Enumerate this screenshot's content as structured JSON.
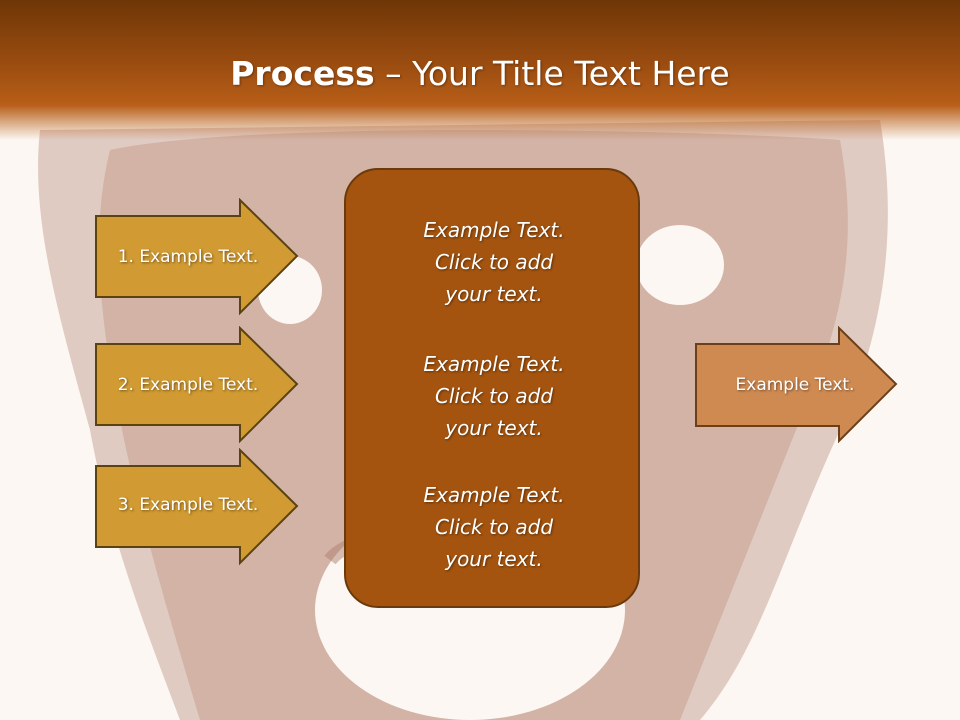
{
  "slide": {
    "title_bold": "Process",
    "title_rest": " – Your Title Text Here",
    "left_arrows": [
      {
        "label": "1. Example Text."
      },
      {
        "label": "2. Example Text."
      },
      {
        "label": "3. Example Text."
      }
    ],
    "center_blocks": [
      {
        "line1": "Example Text.",
        "line2": "Click  to add",
        "line3": "your text."
      },
      {
        "line1": "Example Text.",
        "line2": "Click  to add",
        "line3": "your text."
      },
      {
        "line1": "Example Text.",
        "line2": "Click  to add",
        "line3": "your text."
      }
    ],
    "right_arrow": {
      "label": "Example Text."
    }
  },
  "colors": {
    "title_bar": "#9a4c10",
    "left_arrow_fill": "#d19a32",
    "left_arrow_stroke": "#5a4310",
    "center_box_fill": "#a4540f",
    "right_arrow_fill": "#cf8a52",
    "background": "#fcf7f2"
  },
  "icons": {
    "background_picture": "clay-mask-image"
  }
}
